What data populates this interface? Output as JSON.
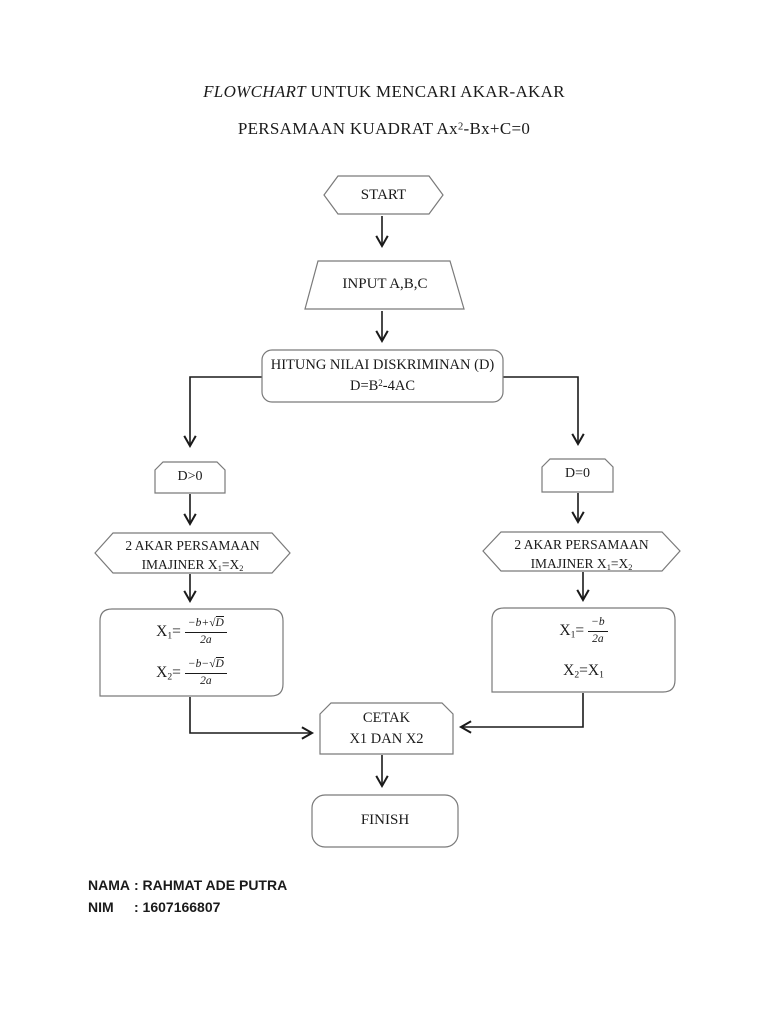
{
  "title": {
    "line1_italic": "FLOWCHART",
    "line1_rest": " UNTUK MENCARI AKAR-AKAR",
    "line2_pre": "PERSAMAAN KUADRAT Ax",
    "line2_sup": "2",
    "line2_post": "-Bx+C=0"
  },
  "nodes": {
    "start": {
      "label": "START"
    },
    "input": {
      "label": "INPUT A,B,C"
    },
    "discriminant": {
      "line1": "HITUNG NILAI DISKRIMINAN (D)",
      "line2_pre": "D=B",
      "line2_sup": "2",
      "line2_post": "-4AC"
    },
    "cond_left": {
      "label": "D>0"
    },
    "cond_right": {
      "label": "D=0"
    },
    "hex_left": {
      "line1": "2 AKAR PERSAMAAN",
      "line2_pre": "IMAJINER X",
      "line2_sub1": "1",
      "line2_mid": "=X",
      "line2_sub2": "2"
    },
    "hex_right": {
      "line1": "2 AKAR PERSAMAAN",
      "line2_pre": "IMAJINER X",
      "line2_sub1": "1",
      "line2_mid": "=X",
      "line2_sub2": "2"
    },
    "formula_left": {
      "f1_lhs": "X",
      "f1_sub": "1",
      "f1_eq": "=",
      "f1_num_pre": "−b+",
      "f1_radical": "√",
      "f1_rad_arg": "D",
      "f1_den": "2a",
      "f2_lhs": "X",
      "f2_sub": "2",
      "f2_eq": "=",
      "f2_num_pre": "−b−",
      "f2_radical": "√",
      "f2_rad_arg": "D",
      "f2_den": "2a"
    },
    "formula_right": {
      "f1_lhs": "X",
      "f1_sub": "1",
      "f1_eq": "=",
      "f1_num": "−b",
      "f1_den": "2a",
      "f2_pre": "X",
      "f2_sub1": "2",
      "f2_mid": "=X",
      "f2_sub2": "1"
    },
    "cetak": {
      "line1": "CETAK",
      "line2": "X1 DAN X2"
    },
    "finish": {
      "label": "FINISH"
    }
  },
  "footer": {
    "nama_label": "NAMA",
    "nama_value": ": RAHMAT ADE PUTRA",
    "nim_label": "NIM",
    "nim_value": ": 1607166807"
  },
  "colors": {
    "background": "#ffffff",
    "shape_stroke": "#7a7a7a",
    "arrow": "#1a1a1a",
    "text": "#1a1a1a"
  }
}
